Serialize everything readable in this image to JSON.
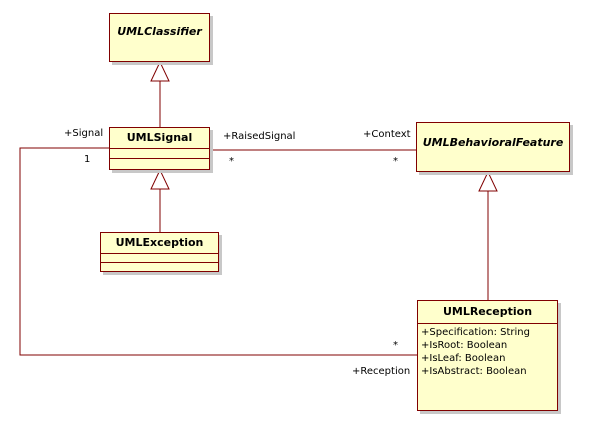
{
  "diagram": {
    "classes": {
      "classifier": {
        "name": "UMLClassifier"
      },
      "signal": {
        "name": "UMLSignal"
      },
      "exception": {
        "name": "UMLException"
      },
      "behavioral_feature": {
        "name": "UMLBehavioralFeature"
      },
      "reception": {
        "name": "UMLReception",
        "attributes": [
          "+Specification: String",
          "+IsRoot: Boolean",
          "+IsLeaf: Boolean",
          "+IsAbstract: Boolean"
        ]
      }
    },
    "roles": {
      "signal": "+Signal",
      "raised_signal": "+RaisedSignal",
      "context": "+Context",
      "reception": "+Reception"
    },
    "multiplicities": {
      "signal_one": "1",
      "raised_signal_many": "*",
      "context_many": "*",
      "reception_many": "*"
    },
    "colors": {
      "class_fill": "#ffffcc",
      "class_border": "#800000",
      "line": "#800000",
      "shadow": "#c8c8c8"
    }
  }
}
